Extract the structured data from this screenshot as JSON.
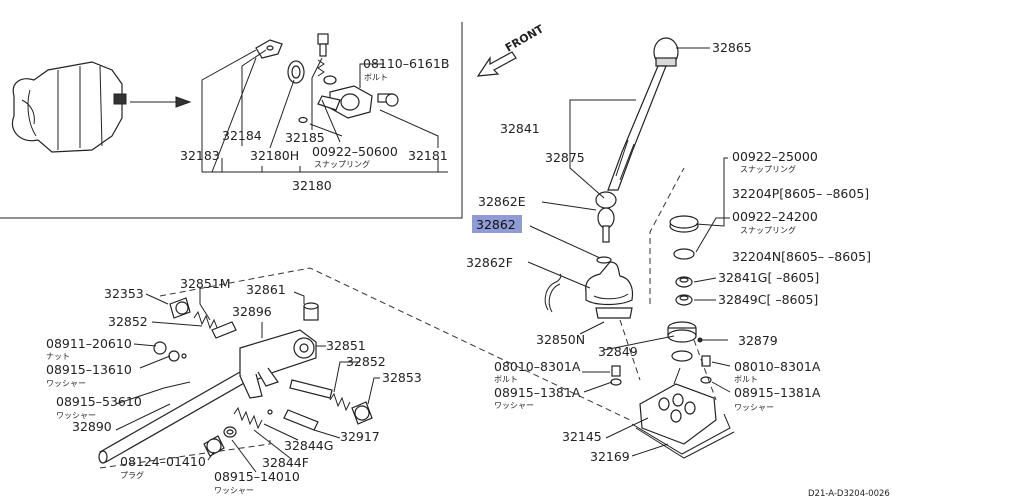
{
  "diagram": {
    "front_label": "FRONT",
    "footer": "D21-A-D3204-0026",
    "highlight_color": "#8f9bd4",
    "parts": [
      {
        "id": "32865",
        "text": "32865"
      },
      {
        "id": "32841",
        "text": "32841"
      },
      {
        "id": "32875",
        "text": "32875"
      },
      {
        "id": "32862E",
        "text": "32862E"
      },
      {
        "id": "32862",
        "text": "32862",
        "highlighted": true
      },
      {
        "id": "32862F",
        "text": "32862F"
      },
      {
        "id": "32850N",
        "text": "32850N"
      },
      {
        "id": "32849",
        "text": "32849"
      },
      {
        "id": "32879",
        "text": "32879"
      },
      {
        "id": "00922-25000",
        "text": "00922–25000",
        "sub": "スナップリング"
      },
      {
        "id": "32204P",
        "text": "32204P[8605–      –8605]"
      },
      {
        "id": "00922-24200",
        "text": "00922–24200",
        "sub": "スナップリング"
      },
      {
        "id": "32204N",
        "text": "32204N[8605–      –8605]"
      },
      {
        "id": "32841G",
        "text": "32841G[      –8605]"
      },
      {
        "id": "32849C",
        "text": "32849C[      –8605]"
      },
      {
        "id": "08010-8301A-L",
        "text": "08010–8301A",
        "sub": "ボルト"
      },
      {
        "id": "08915-1381A-L",
        "text": "08915–1381A",
        "sub": "ワッシャー"
      },
      {
        "id": "08010-8301A-R",
        "text": "08010–8301A",
        "sub": "ボルト"
      },
      {
        "id": "08915-1381A-R",
        "text": "08915–1381A",
        "sub": "ワッシャー"
      },
      {
        "id": "32145",
        "text": "32145"
      },
      {
        "id": "32169",
        "text": "32169"
      },
      {
        "id": "08110-6161B",
        "text": "08110–6161B",
        "sub": "ボルト"
      },
      {
        "id": "32184",
        "text": "32184"
      },
      {
        "id": "32185",
        "text": "32185"
      },
      {
        "id": "00922-50600",
        "text": "00922–50600",
        "sub": "スナップリング"
      },
      {
        "id": "32181",
        "text": "32181"
      },
      {
        "id": "32183",
        "text": "32183"
      },
      {
        "id": "32180H",
        "text": "32180H"
      },
      {
        "id": "32180",
        "text": "32180"
      },
      {
        "id": "32353",
        "text": "32353"
      },
      {
        "id": "32851M",
        "text": "32851M"
      },
      {
        "id": "32861",
        "text": "32861"
      },
      {
        "id": "32852-L",
        "text": "32852"
      },
      {
        "id": "32896",
        "text": "32896"
      },
      {
        "id": "32851",
        "text": "32851"
      },
      {
        "id": "32852-R",
        "text": "32852"
      },
      {
        "id": "32853",
        "text": "32853"
      },
      {
        "id": "08911-20610",
        "text": "08911–20610",
        "sub": "ナット"
      },
      {
        "id": "08915-13610",
        "text": "08915–13610",
        "sub": "ワッシャー"
      },
      {
        "id": "08915-53610",
        "text": "08915–53610",
        "sub": "ワッシャー"
      },
      {
        "id": "32890",
        "text": "32890"
      },
      {
        "id": "32917",
        "text": "32917"
      },
      {
        "id": "32844G",
        "text": "32844G"
      },
      {
        "id": "32844F",
        "text": "32844F"
      },
      {
        "id": "08124-01410",
        "text": "08124–01410",
        "sub": "プラグ"
      },
      {
        "id": "08915-14010",
        "text": "08915–14010",
        "sub": "ワッシャー"
      }
    ]
  }
}
